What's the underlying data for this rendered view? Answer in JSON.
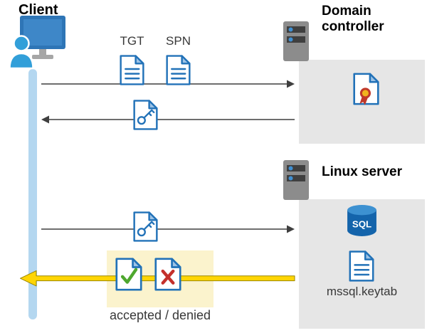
{
  "labels": {
    "client": "Client",
    "domain_controller_line1": "Domain",
    "domain_controller_line2": "controller",
    "linux_server": "Linux server",
    "tgt": "TGT",
    "spn": "SPN",
    "sql": "SQL",
    "keytab_file": "mssql.keytab",
    "accepted_denied": "accepted / denied"
  },
  "icons": {
    "client": "client-monitor-user-icon",
    "domain_controller": "server-tower-icon",
    "linux_server": "server-tower-icon",
    "tgt_document": "document-icon",
    "spn_document": "document-icon",
    "ticket_to_client": "key-document-icon",
    "ticket_to_linux": "key-document-icon",
    "certificate": "certificate-seal-document-icon",
    "sql_database": "sql-database-cylinder-icon",
    "keytab_document": "document-icon",
    "accepted": "check-document-icon",
    "denied": "cross-document-icon"
  },
  "colors": {
    "doc_blue": "#2272b8",
    "doc_fold": "#9dc3e6",
    "timeline_blue": "#b4d7f0",
    "panel_gray": "#e6e6e6",
    "highlight_yellow": "#fbf3cd",
    "arrow_gray": "#3f3f3f",
    "arrow_yellow": "#ffd503",
    "arrow_yellow_outline": "#9b8700",
    "check_green": "#4ea72e",
    "cross_red": "#c4302b",
    "sql_body_blue": "#1464ab",
    "sql_top_blue": "#3d91d1",
    "server_gray": "#8c8c8c",
    "led_blue": "#3f8fd2",
    "monitor_blue": "#2e75b6",
    "person_teal": "#329fd9",
    "stand_gray": "#a6a6a6",
    "seal_gold": "#f0b51e",
    "seal_red": "#c0392b"
  }
}
